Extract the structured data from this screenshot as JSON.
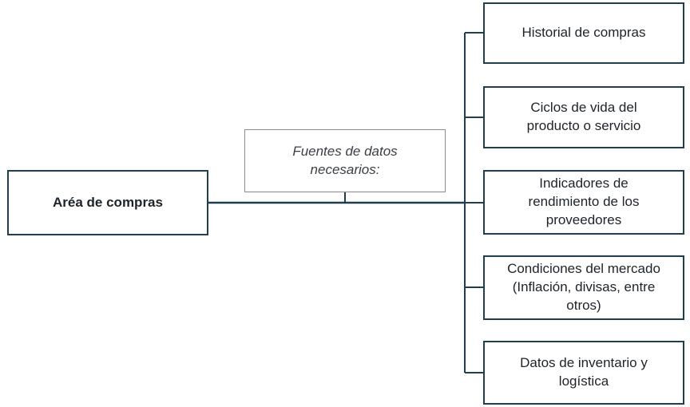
{
  "root": {
    "label": "Aréa de compras"
  },
  "connector_label": {
    "text": "Fuentes de datos\nnecesarios:"
  },
  "leaves": [
    {
      "label": "Historial de compras"
    },
    {
      "label": "Ciclos de vida del\nproducto o servicio"
    },
    {
      "label": "Indicadores de\nrendimiento de los\nproveedores"
    },
    {
      "label": "Condiciones del mercado\n(Inflación, divisas, entre\notros)"
    },
    {
      "label": "Datos de inventario y\nlogística"
    }
  ],
  "colors": {
    "border": "#1f3f4d",
    "connector": "#1f3f4d",
    "label_border": "#8a8a8a",
    "text": "#1e2329"
  }
}
